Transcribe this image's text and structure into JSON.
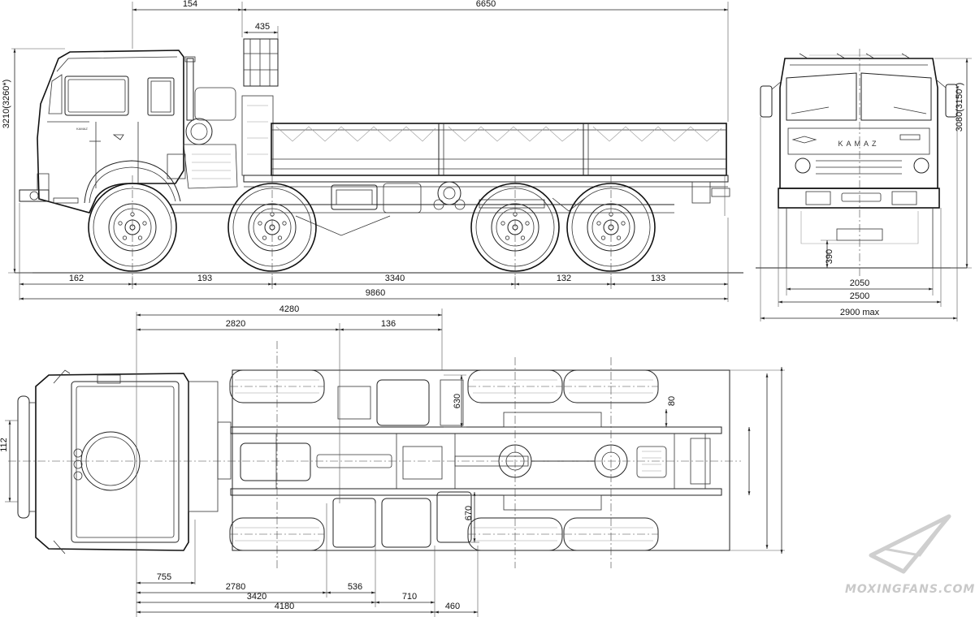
{
  "dimensions": {
    "side": {
      "d154": "154",
      "d6650": "6650",
      "d435": "435",
      "height_left": "3210(3260*)",
      "d162": "162",
      "d193": "193",
      "d3340": "3340",
      "d132": "132",
      "d133": "133",
      "d9860": "9860"
    },
    "front": {
      "height_right": "3080(3150*)",
      "d390": "390",
      "d2050": "2050",
      "d2500": "2500",
      "d2900": "2900 max"
    },
    "top": {
      "d4280": "4280",
      "d2820": "2820",
      "d136": "136",
      "d630": "630",
      "d80": "80",
      "d112": "112",
      "d670": "670",
      "d755": "755",
      "d2780": "2780",
      "d536": "536",
      "d3420": "3420",
      "d710": "710",
      "d4180": "4180",
      "d460": "460"
    }
  },
  "labels": {
    "brand": "KAMAZ",
    "watermark": "MOXINGFANS.COM"
  }
}
